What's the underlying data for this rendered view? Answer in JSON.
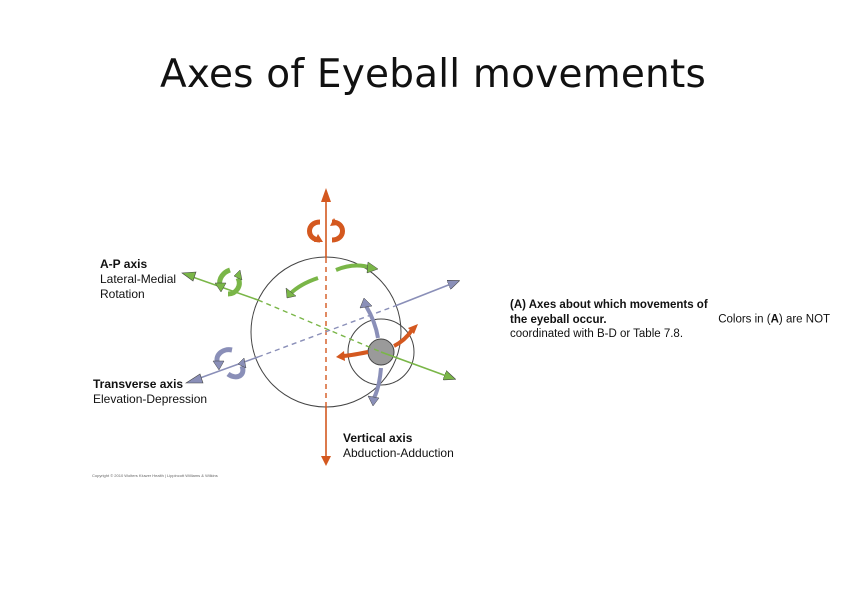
{
  "slide": {
    "title": "Axes of Eyeball movements"
  },
  "labels": {
    "ap_axis": {
      "name": "A-P axis",
      "line1": "Lateral-Medial",
      "line2": "Rotation"
    },
    "transverse_axis": {
      "name": "Transverse axis",
      "line1": "Elevation-Depression"
    },
    "vertical_axis": {
      "name": "Vertical axis",
      "line1": "Abduction-Adduction"
    }
  },
  "caption": {
    "bold_part": "(A) Axes about which movements of the eyeball occur.",
    "normal_part_1": " Colors in (",
    "bold_letter": "A",
    "normal_part_2": ") are NOT coordinated with B-D or Table 7.8."
  },
  "copyright": "Copyright © 2010 Wolters Kluwer Health | Lippincott Williams & Wilkins",
  "colors": {
    "vertical_axis": "#d4581f",
    "ap_axis": "#7ab648",
    "transverse_axis": "#8a8fb8",
    "pupil": "#9a9a9a"
  }
}
